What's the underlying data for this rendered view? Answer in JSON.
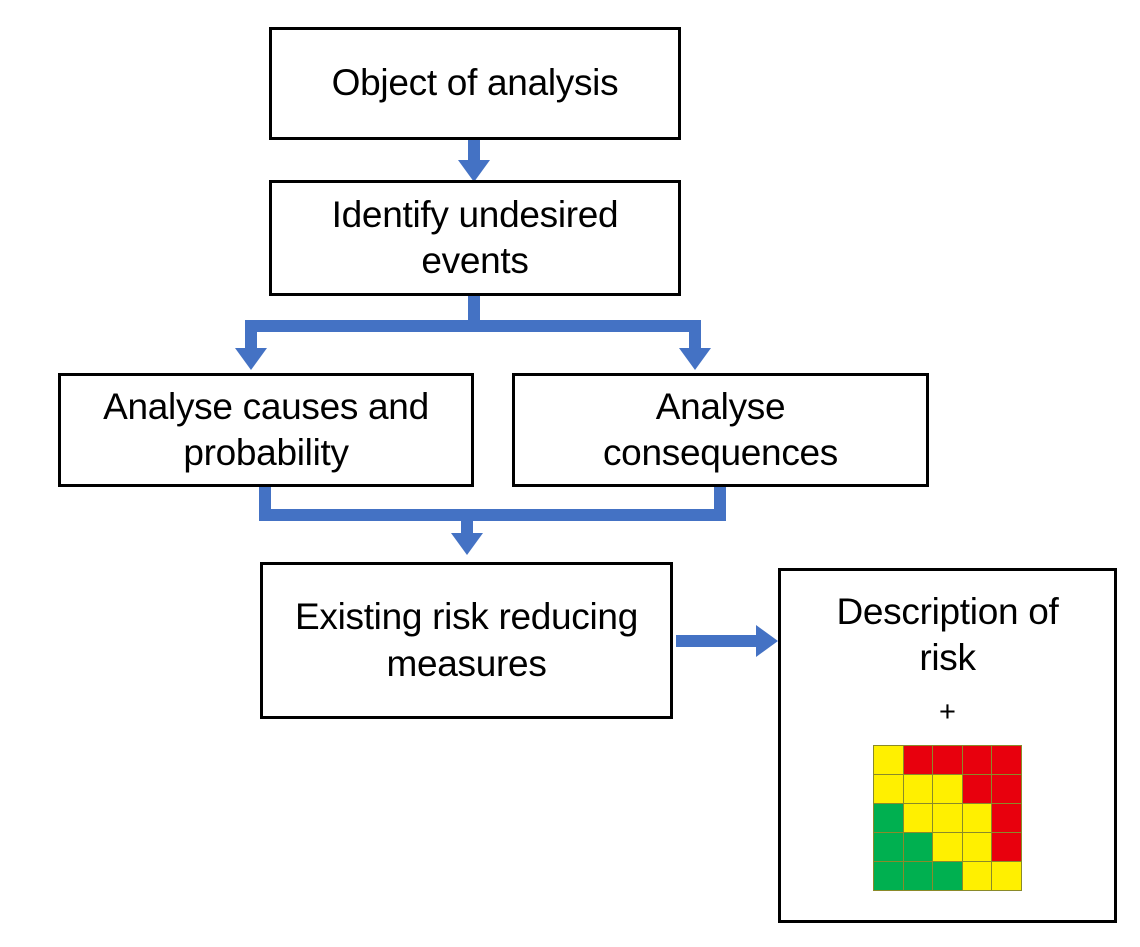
{
  "diagram": {
    "title": "Risk analysis process flowchart",
    "background_color": "#FFFFFF",
    "connector_color": "#4472C4",
    "box_border_color": "#000000",
    "nodes": {
      "object_of_analysis": "Object of analysis",
      "identify_undesired_events": "Identify undesired\nevents",
      "analyse_causes": "Analyse causes and\nprobability",
      "analyse_consequences": "Analyse\nconsequences",
      "existing_measures": "Existing risk reducing\nmeasures",
      "description_of_risk": "Description of\nrisk",
      "plus_symbol": "+"
    }
  },
  "risk_matrix": {
    "rows": 5,
    "columns": 5,
    "colors": {
      "red": "#E8000D",
      "yellow": "#FFF000",
      "green": "#00B050"
    },
    "grid": [
      [
        "yellow",
        "red",
        "red",
        "red",
        "red"
      ],
      [
        "yellow",
        "yellow",
        "yellow",
        "red",
        "red"
      ],
      [
        "green",
        "yellow",
        "yellow",
        "yellow",
        "red"
      ],
      [
        "green",
        "green",
        "yellow",
        "yellow",
        "red"
      ],
      [
        "green",
        "green",
        "green",
        "yellow",
        "yellow"
      ]
    ]
  }
}
